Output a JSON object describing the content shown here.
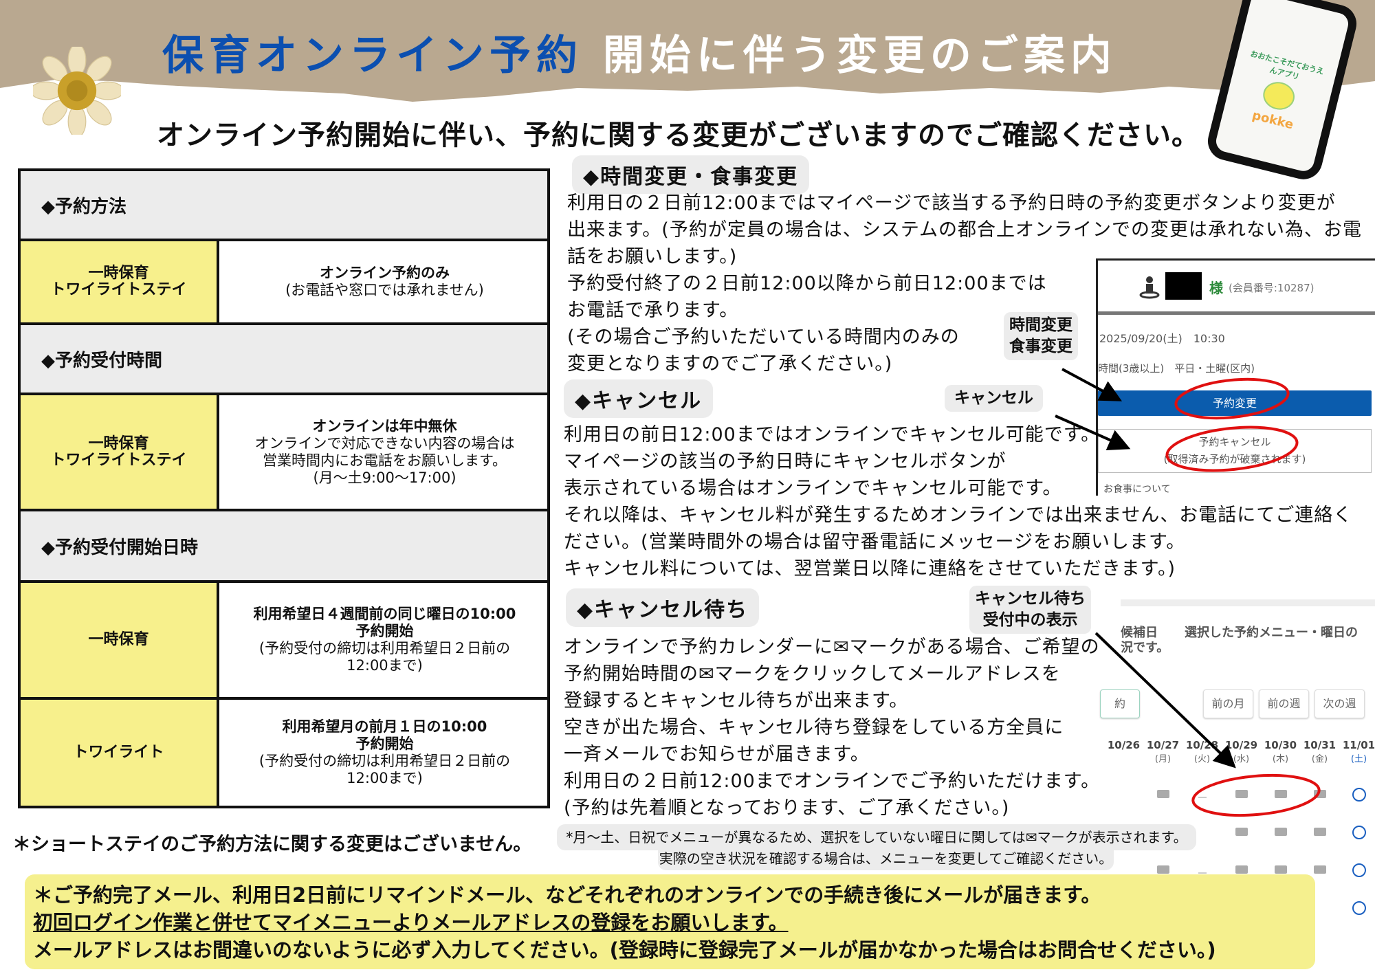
{
  "header": {
    "title_blue": "保育オンライン予約",
    "title_white": "開始に伴う変更のご案内",
    "subtitle": "オンライン予約開始に伴い、予約に関する変更がございますのでご確認ください。",
    "app_logo_text": "おおたこそだておうえんアプリ",
    "app_logo_name": "pokke"
  },
  "table": {
    "sections": [
      {
        "heading": "◆予約方法",
        "rows": [
          {
            "label": [
              "一時保育",
              "トワイライトステイ"
            ],
            "bold": "オンライン予約のみ",
            "lines": [
              "(お電話や窓口では承れません)"
            ]
          }
        ]
      },
      {
        "heading": "◆予約受付時間",
        "rows": [
          {
            "label": [
              "一時保育",
              "トワイライトステイ"
            ],
            "bold": "オンラインは年中無休",
            "lines": [
              "オンラインで対応できない内容の場合は",
              "営業時間内にお電話をお願いします。",
              "(月～土9:00～17:00)"
            ]
          }
        ]
      },
      {
        "heading": "◆予約受付開始日時",
        "rows": [
          {
            "label": [
              "一時保育"
            ],
            "bold": "利用希望日４週間前の同じ曜日の10:00",
            "bold2": "予約開始",
            "lines": [
              "(予約受付の締切は利用希望日２日前の",
              "12:00まで)"
            ]
          },
          {
            "label": [
              "トワイライト"
            ],
            "bold": "利用希望月の前月１日の10:00",
            "bold2": "予約開始",
            "lines": [
              "(予約受付の締切は利用希望日２日前の",
              "12:00まで)"
            ]
          }
        ]
      }
    ],
    "footnote": "＊ショートステイのご予約方法に関する変更はございません。"
  },
  "sections": {
    "change": {
      "heading": "◆時間変更・食事変更",
      "lines": [
        "利用日の２日前12:00まではマイページで該当する予約日時の予約変更ボタンより変更が",
        "出来ます。(予約が定員の場合は、システムの都合上オンラインでの変更は承れない為、お電",
        "話をお願いします。)",
        "予約受付終了の２日前12:00以降から前日12:00までは",
        "お電話で承ります。",
        "(その場合ご予約いただいている時間内のみの",
        "変更となりますのでご了承ください。)"
      ]
    },
    "cancel": {
      "heading": "◆キャンセル",
      "lines": [
        "利用日の前日12:00まではオンラインでキャンセル可能です。",
        "マイページの該当の予約日時にキャンセルボタンが",
        "表示されている場合はオンラインでキャンセル可能です。",
        "それ以降は、キャンセル料が発生するためオンラインでは出来ません、お電話にてご連絡く",
        "ださい。(営業時間外の場合は留守番電話にメッセージをお願いします。",
        "キャンセル料については、翌営業日以降に連絡をさせていただきます。)"
      ]
    },
    "wait": {
      "heading": "◆キャンセル待ち",
      "lines": [
        "オンラインで予約カレンダーに✉マークがある場合、ご希望の",
        "予約開始時間の✉マークをクリックしてメールアドレスを",
        "登録するとキャンセル待ちが出来ます。",
        "空きが出た場合、キャンセル待ち登録をしている方全員に",
        "一斉メールでお知らせが届きます。",
        "利用日の２日前12:00までオンラインでご予約いただけます。",
        "(予約は先着順となっております、ご了承ください。)"
      ]
    }
  },
  "tags": {
    "change": [
      "時間変更",
      "食事変更"
    ],
    "cancel": "キャンセル",
    "wait": [
      "キャンセル待ち",
      "受付中の表示"
    ]
  },
  "shot1": {
    "honorific": "様",
    "member_no": "(会員番号:10287)",
    "date": "2025/09/20(土)　10:30",
    "menu": "時間(3歳以上)　平日・土曜(区内)",
    "change_btn": "予約変更",
    "cancel_btn": "予約キャンセル",
    "cancel_sub": "(取得済み予約が破棄されます)",
    "meal": "お食事について"
  },
  "shot2": {
    "line1a": "候補日",
    "line1b": "選択した予約メニュー・曜日の",
    "line2": "況です。",
    "partial_btn": "約",
    "prev_month": "前の月",
    "prev_week": "前の週",
    "next_week": "次の週",
    "days": [
      {
        "d": "10/26",
        "w": ""
      },
      {
        "d": "10/27",
        "w": "(月)"
      },
      {
        "d": "10/28",
        "w": "(火)"
      },
      {
        "d": "10/29",
        "w": "(水)"
      },
      {
        "d": "10/30",
        "w": "(木)"
      },
      {
        "d": "10/31",
        "w": "(金)"
      },
      {
        "d": "11/01",
        "w": "(土)"
      }
    ],
    "rows": [
      [
        "",
        "mail",
        "dash",
        "mail",
        "mail",
        "mail",
        "circle"
      ],
      [
        "",
        "",
        "",
        "mail",
        "mail",
        "mail",
        "circle"
      ],
      [
        "",
        "mail",
        "dash",
        "mail",
        "mail",
        "mail",
        "circle"
      ],
      [
        "",
        "",
        "",
        "",
        "",
        "",
        "circle"
      ]
    ],
    "saturday_color": "#1a5fc0"
  },
  "note": {
    "line1": "*月～土、日祝でメニューが異なるため、選択をしていない曜日に関しては✉マークが表示されます。",
    "line2": "実際の空き状況を確認する場合は、メニューを変更してご確認ください。"
  },
  "bottom": {
    "line1": "＊ご予約完了メール、利用日2日前にリマインドメール、などそれぞれのオンラインでの手続き後にメールが届きます。",
    "line2": "初回ログイン作業と併せてマイメニューよりメールアドレスの登録をお願いします。",
    "line3": "メールアドレスはお間違いのないように必ず入力してください。(登録時に登録完了メールが届かなかった場合はお問合せください。)"
  },
  "colors": {
    "title_blue": "#0b4fb0",
    "kraft": "#b9a890",
    "yellow": "#f7f08c",
    "header_gray": "#ececec",
    "button_blue": "#0b5cad",
    "annotation_red": "#e01010"
  }
}
